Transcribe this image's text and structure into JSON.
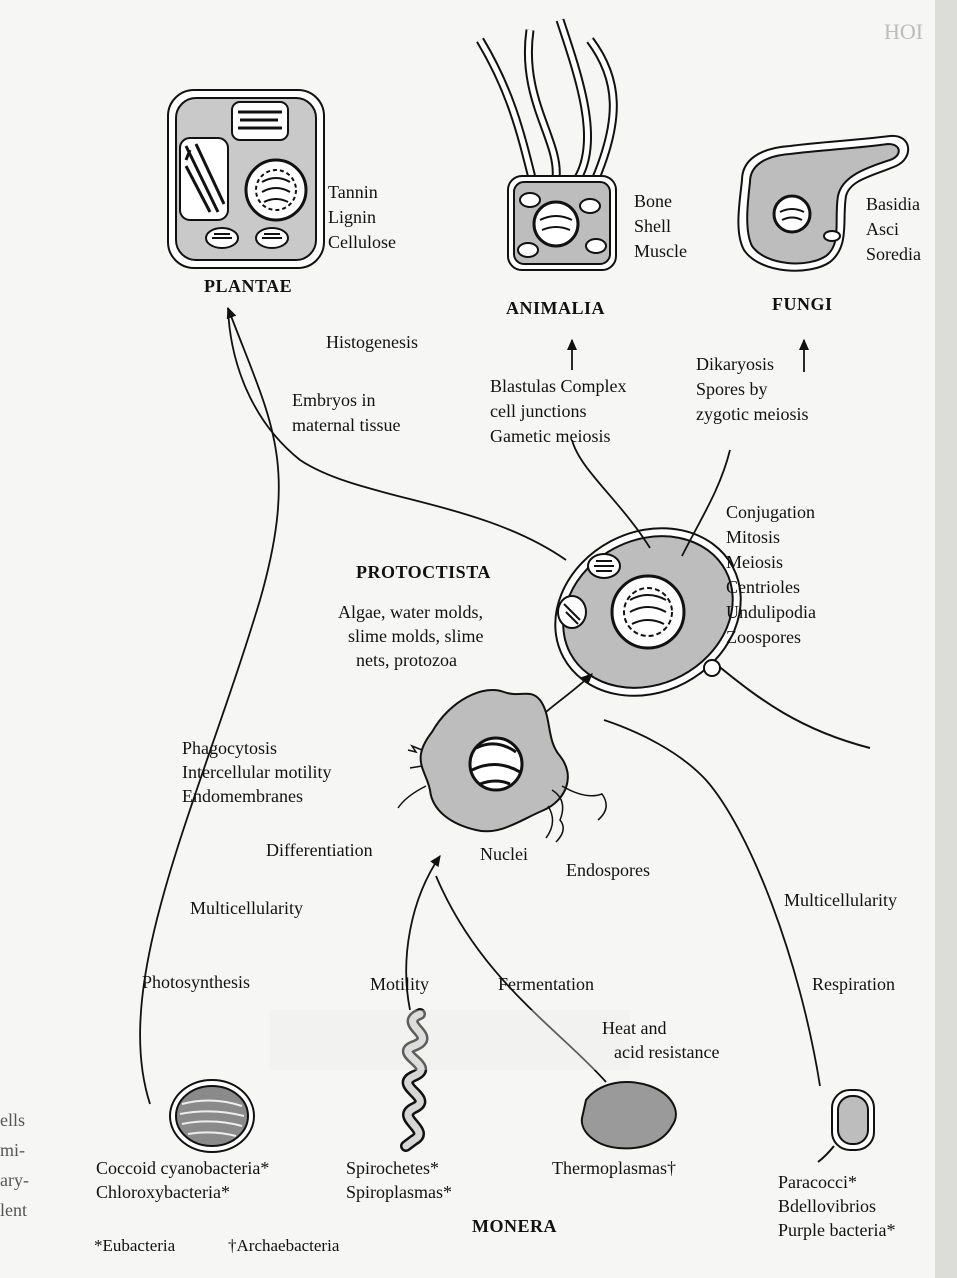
{
  "kingdoms": {
    "plantae": {
      "name": "PLANTAE",
      "traits": [
        "Tannin",
        "Lignin",
        "Cellulose"
      ]
    },
    "animalia": {
      "name": "ANIMALIA",
      "traits": [
        "Bone",
        "Shell",
        "Muscle"
      ]
    },
    "fungi": {
      "name": "FUNGI",
      "traits": [
        "Basidia",
        "Asci",
        "Soredia"
      ]
    },
    "protoctista": {
      "name": "PROTOCTISTA",
      "description": [
        "Algae, water molds,",
        "slime molds, slime",
        "nets, protozoa"
      ],
      "traits": [
        "Conjugation",
        "Mitosis",
        "Meiosis",
        "Centrioles",
        "Undulipodia",
        "Zoospores"
      ]
    },
    "monera": {
      "name": "MONERA"
    }
  },
  "transitions": {
    "histogenesis": "Histogenesis",
    "plant_embryo": [
      "Embryos in",
      "maternal tissue"
    ],
    "animal": [
      "Blastulas Complex",
      "cell junctions",
      "Gametic meiosis"
    ],
    "fungi": [
      "Dikaryosis",
      "Spores by",
      "zygotic meiosis"
    ],
    "amoeba": [
      "Phagocytosis",
      "Intercellular motility",
      "Endomembranes"
    ],
    "differentiation": "Differentiation",
    "nuclei": "Nuclei",
    "endospores": "Endospores",
    "multicellularity_left": "Multicellularity",
    "multicellularity_right": "Multicellularity",
    "photosynthesis": "Photosynthesis",
    "motility": "Motility",
    "fermentation": "Fermentation",
    "respiration": "Respiration",
    "heat_acid": [
      "Heat and",
      "acid resistance"
    ]
  },
  "bacteria": {
    "coccoid": [
      "Coccoid cyanobacteria*",
      "Chloroxybacteria*"
    ],
    "spirochetes": [
      "Spirochetes*",
      "Spiroplasmas*"
    ],
    "thermoplasmas": "Thermoplasmas†",
    "paracocci": [
      "Paracocci*",
      "Bdellovibrios",
      "Purple bacteria*"
    ]
  },
  "footnote": {
    "eubacteria": "*Eubacteria",
    "archaebacteria": "†Archaebacteria"
  },
  "bleed_text": {
    "left_margin": [
      "ells",
      "mi-",
      "ary-",
      "lent"
    ],
    "top_right": "HOI"
  }
}
